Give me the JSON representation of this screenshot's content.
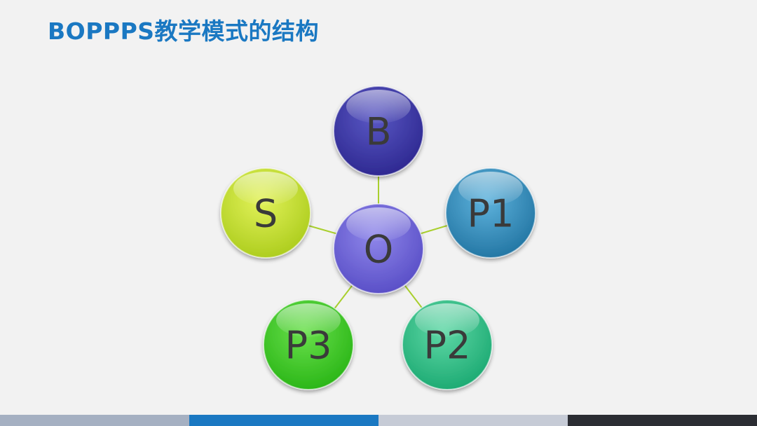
{
  "slide": {
    "title": "BOPPPS教学模式的结构"
  },
  "diagram": {
    "center": {
      "label": "O",
      "color_light": "#8f87ea",
      "color_dark": "#5247c2",
      "text_color": "#3a3a3a"
    },
    "nodes": [
      {
        "id": "b",
        "label": "B",
        "color_light": "#5a58c4",
        "color_dark": "#28228a",
        "text_color": "#ffffff"
      },
      {
        "id": "p1",
        "label": "P1",
        "color_light": "#5fb3dd",
        "color_dark": "#1b6e9c",
        "text_color": "#3a3a3a"
      },
      {
        "id": "p2",
        "label": "P2",
        "color_light": "#5fd8a6",
        "color_dark": "#14a46c",
        "text_color": "#3a3a3a"
      },
      {
        "id": "p3",
        "label": "P3",
        "color_light": "#6ae04c",
        "color_dark": "#22b010",
        "text_color": "#3a3a3a"
      },
      {
        "id": "s",
        "label": "S",
        "color_light": "#e2f25a",
        "color_dark": "#a6c816",
        "text_color": "#3a3a3a"
      }
    ],
    "connector_color": "#a9cf2e"
  },
  "footer_bar": {
    "colors": [
      "#a5b0c2",
      "#1a78c2",
      "#c6cbd6",
      "#2b2d33"
    ]
  }
}
